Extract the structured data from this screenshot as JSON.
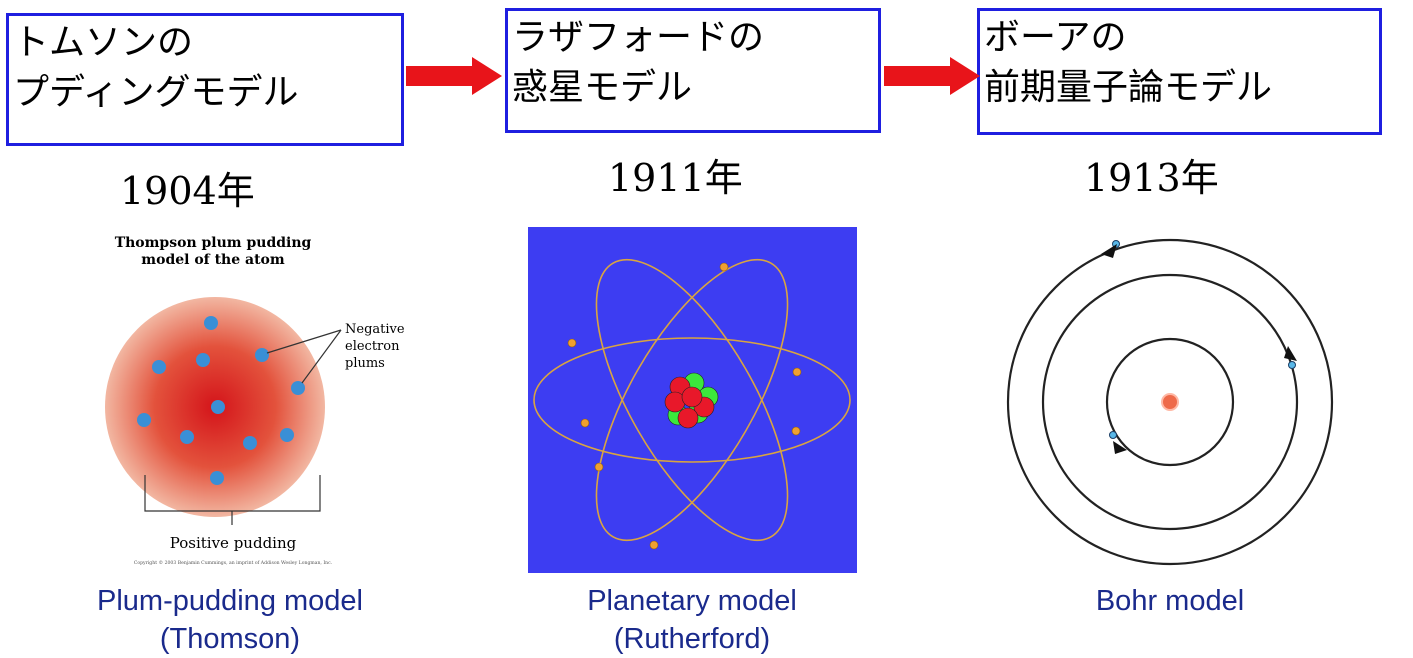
{
  "stages": [
    {
      "title_line1": "トムソンの",
      "title_line2": "プディングモデル",
      "year": "1904",
      "year_suffix": "年",
      "caption_line1": "Plum-pudding model",
      "caption_line2": "(Thomson)",
      "figure": {
        "heading_line1": "Thompson plum pudding",
        "heading_line2": "model of the atom",
        "label_electrons_line1": "Negative",
        "label_electrons_line2": "electron",
        "label_electrons_line3": "plums",
        "label_pudding": "Positive pudding",
        "copyright": "Copyright © 2003 Benjamin Cummings, an imprint of Addison Wesley Longman, Inc."
      }
    },
    {
      "title_line1": "ラザフォードの",
      "title_line2": "惑星モデル",
      "year": "1911",
      "year_suffix": "年",
      "caption_line1": "Planetary model",
      "caption_line2": "(Rutherford)"
    },
    {
      "title_line1": "ボーアの",
      "title_line2": "前期量子論モデル",
      "year": "1913",
      "year_suffix": "年",
      "caption_line1": "Bohr model",
      "caption_line2": ""
    }
  ],
  "colors": {
    "box_border": "#1f1fe0",
    "arrow": "#e8141a",
    "caption_text": "#1a2a8c",
    "planetary_background": "#3d3df2",
    "orbit": "#d9a441",
    "electron_blue": "#3a8fd6",
    "proton": "#e8182a",
    "neutron": "#3ce83c"
  },
  "icons": [
    "right-arrow-icon"
  ]
}
